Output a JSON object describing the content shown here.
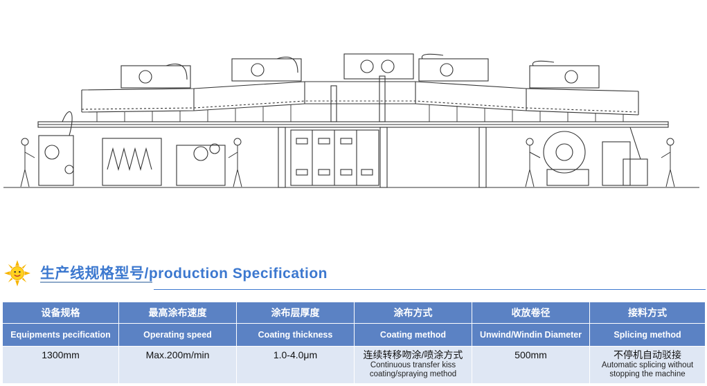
{
  "heading": {
    "title": "生产线规格型号/production Specification"
  },
  "spec_table": {
    "headers_zh": [
      "设备规格",
      "最高涂布速度",
      "涂布层厚度",
      "涂布方式",
      "收放卷径",
      "接料方式"
    ],
    "headers_en": [
      "Equipments pecification",
      "Operating speed",
      "Coating thickness",
      "Coating method",
      "Unwind/Windin Diameter",
      "Splicing method"
    ],
    "row": {
      "spec": "1300mm",
      "speed": "Max.200m/min",
      "thickness": "1.0-4.0μm",
      "method_zh": "连续转移吻涂/喷涂方式",
      "method_en_1": "Continuous transfer kiss",
      "method_en_2": "coating/spraying method",
      "diameter": "500mm",
      "splicing_zh": "不停机自动驳接",
      "splicing_en_1": "Automatic splicing without",
      "splicing_en_2": "stopping the machine"
    }
  },
  "colors": {
    "accent": "#3c78cf",
    "header_bg": "#5b82c4",
    "row_bg": "#dfe7f4"
  },
  "icons": {
    "heading_icon": "sun-icon"
  }
}
